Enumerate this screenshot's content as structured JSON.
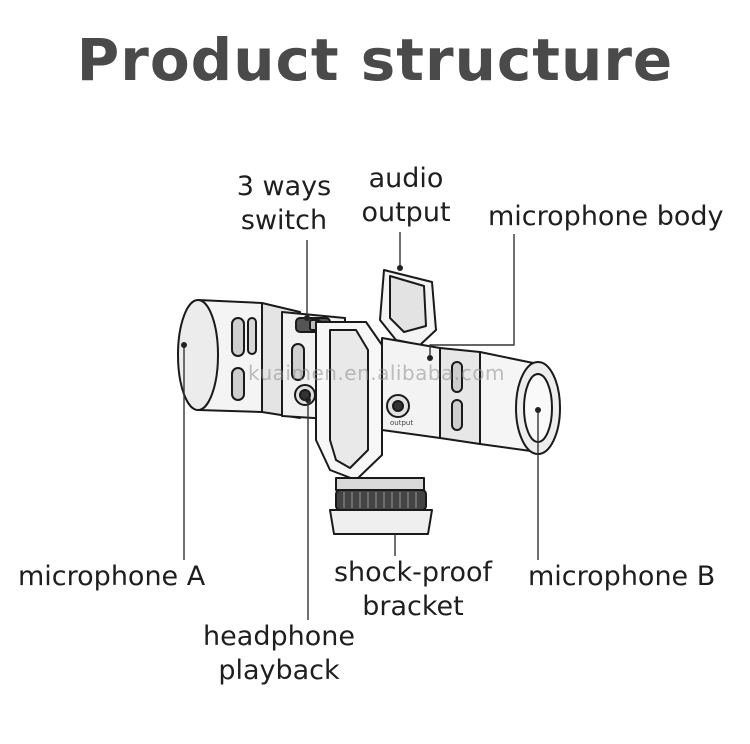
{
  "title": "Product structure",
  "labels": {
    "switch_line1": "3 ways",
    "switch_line2": "switch",
    "audio_line1": "audio",
    "audio_line2": "output",
    "mic_body": "microphone body",
    "mic_a": "microphone A",
    "mic_b": "microphone B",
    "shock_line1": "shock-proof",
    "shock_line2": "bracket",
    "headphone_line1": "headphone",
    "headphone_line2": "playback"
  },
  "watermark": "kuaimen.en.alibaba.com",
  "jack_caption": "output"
}
